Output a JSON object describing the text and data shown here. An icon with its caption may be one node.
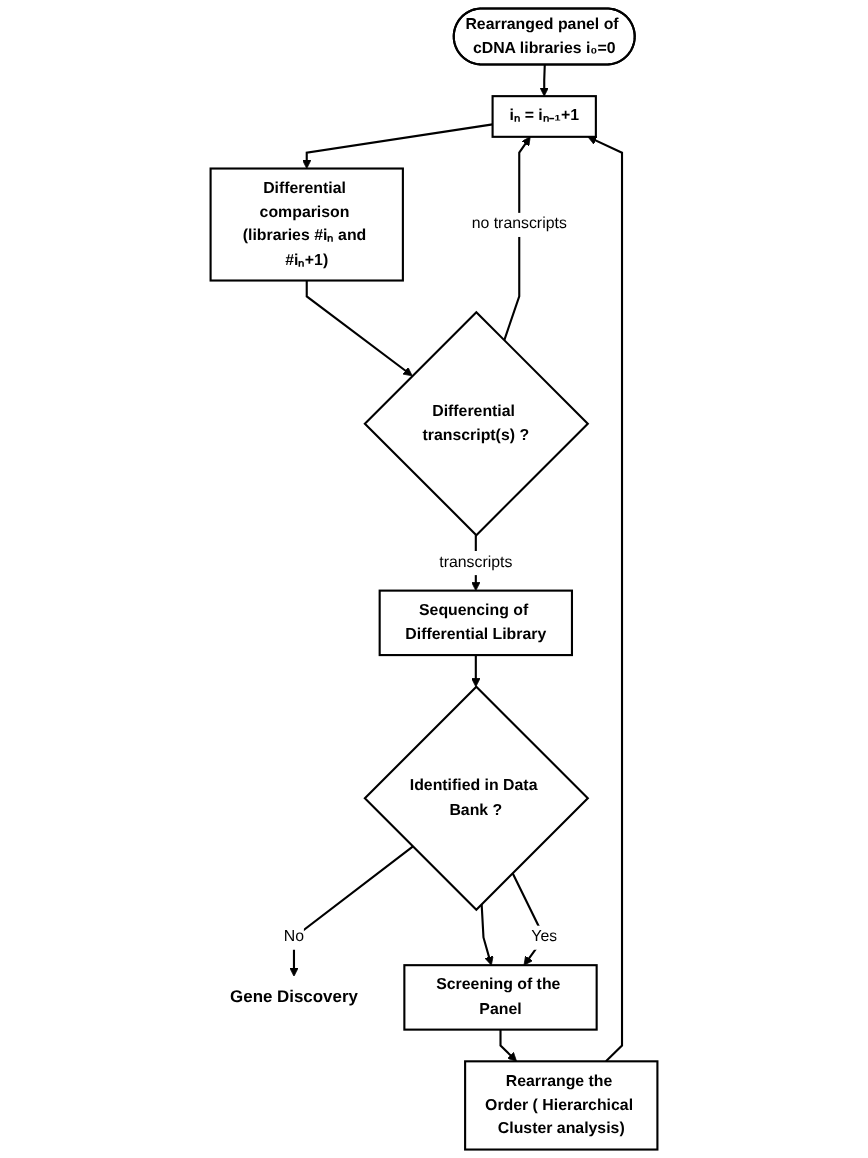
{
  "diagram": {
    "nodes": [
      {
        "text": [
          "Rearranged panel of cDNA libraries i₀=0"
        ]
      },
      {
        "text": [
          "iₙ = iₙ₋₁+1"
        ]
      },
      {
        "text": [
          "Differential comparison (libraries #iₙ and #iₙ+1)"
        ]
      },
      {
        "text": [
          "Differential transcript(s) ?"
        ]
      },
      {
        "text": [
          "Sequencing of Differential Library"
        ]
      },
      {
        "text": [
          "Identified in Data Bank ?"
        ]
      },
      {
        "text": [
          "Gene Discovery"
        ]
      },
      {
        "text": [
          "Screening of the Panel"
        ]
      },
      {
        "text": [
          "Rearrange the Order ( Hierarchical Cluster analysis)"
        ]
      }
    ],
    "edges": [
      {
        "from": 0,
        "to": 1,
        "arrow": "to"
      },
      {
        "from": 1,
        "to": 2,
        "arrow": "to"
      },
      {
        "from": 2,
        "to": 3,
        "arrow": "to"
      },
      {
        "from": 3,
        "to": 1,
        "arrow": "to",
        "label": "no transcripts"
      },
      {
        "from": 3,
        "to": 4,
        "arrow": "to",
        "label": "transcripts"
      },
      {
        "from": 4,
        "to": 5,
        "arrow": "to"
      },
      {
        "from": 5,
        "to": 6,
        "arrow": "to",
        "label": "No"
      },
      {
        "from": 5,
        "to": 7,
        "arrow": "to"
      },
      {
        "from": 5,
        "to": 7,
        "arrow": "to",
        "label": "Yes"
      },
      {
        "from": 7,
        "to": 8,
        "arrow": "to"
      },
      {
        "from": 8,
        "to": 1,
        "arrow": "to"
      }
    ]
  }
}
